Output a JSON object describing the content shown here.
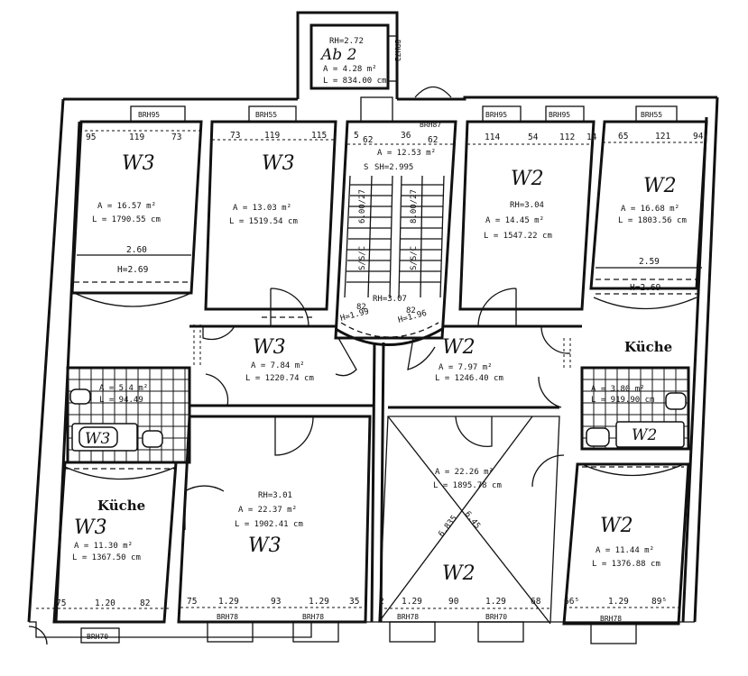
{
  "plan": {
    "title": "Floor plan – Ab 2",
    "annex": {
      "unit": "Ab 2",
      "height": "RH=2.72",
      "area": "A = 4.28 m²",
      "perimeter": "L = 834.00 cm",
      "window": "BRH72"
    },
    "stairwell": {
      "area": "A = 12.53 m²",
      "height": "SH=2.995",
      "landing_height": "RH=3.07",
      "dims": [
        "5",
        "62",
        "36",
        "62"
      ],
      "window": "BRH87",
      "stair_labels": [
        "6.00/27",
        "8.00/27",
        "S/S/C",
        "S/S/C"
      ],
      "flight_left": "82",
      "flight_left_h": "H=1.99",
      "flight_right": "82",
      "flight_right_h": "H=1.96",
      "s_mark": "S"
    },
    "rooms": [
      {
        "id": "w3-nw",
        "unit": "W3",
        "area": "A = 16.57 m²",
        "perimeter": "L = 1790.55 cm",
        "dims": [
          "95",
          "119",
          "73"
        ],
        "width": "2.60",
        "height_label": "H=2.69",
        "window": "BRH95"
      },
      {
        "id": "w3-n2",
        "unit": "W3",
        "area": "A = 13.03 m²",
        "perimeter": "L = 1519.54 cm",
        "dims": [
          "73",
          "119",
          "115"
        ],
        "window": "BRH55"
      },
      {
        "id": "w2-n1",
        "unit": "W2",
        "room_height": "RH=3.04",
        "area": "A = 14.45 m²",
        "perimeter": "L = 1547.22 cm",
        "dims": [
          "114",
          "54",
          "112",
          "14"
        ],
        "windows": [
          "BRH95",
          "BRH95"
        ]
      },
      {
        "id": "w2-ne",
        "unit": "W2",
        "area": "A = 16.68 m²",
        "perimeter": "L = 1803.56 cm",
        "dims": [
          "65",
          "121",
          "94"
        ],
        "width": "2.59",
        "height_label": "H=2.69",
        "window": "BRH55"
      },
      {
        "id": "w3-hall",
        "unit": "W3",
        "area": "A = 7.84 m²",
        "perimeter": "L = 1220.74 cm"
      },
      {
        "id": "w3-bath",
        "unit": "W3",
        "area": "A = 5.4 m²",
        "perimeter": "L = 94.49"
      },
      {
        "id": "w2-hall",
        "unit": "W2",
        "area": "A = 7.97 m²",
        "perimeter": "L = 1246.40 cm"
      },
      {
        "id": "w2-bath",
        "unit": "W2",
        "area": "A = 3.80 m²",
        "perimeter": "L = 919.90 cm"
      },
      {
        "id": "w2-kitchen-n",
        "label": "Küche"
      },
      {
        "id": "w3-kitchen",
        "label": "Küche",
        "unit": "W3",
        "area": "A = 11.30 m²",
        "perimeter": "L = 1367.50 cm",
        "dims": [
          "75",
          "1.20",
          "82"
        ],
        "window": "BRH70"
      },
      {
        "id": "w3-living",
        "unit": "W3",
        "room_height": "RH=3.01",
        "area": "A = 22.37 m²",
        "perimeter": "L = 1902.41 cm",
        "dims": [
          "75",
          "1.29",
          "93",
          "1.29",
          "35"
        ],
        "windows": [
          "BRH78",
          "BRH78"
        ]
      },
      {
        "id": "w2-living",
        "unit": "W2",
        "area": "A = 22.26 m²",
        "perimeter": "L = 1895.78 cm",
        "diagonals": [
          "6.835",
          "6.45"
        ],
        "dims": [
          "2",
          "1.29",
          "90",
          "1.29",
          "68"
        ],
        "windows": [
          "BRH78",
          "BRH70"
        ]
      },
      {
        "id": "w2-se",
        "unit": "W2",
        "area": "A = 11.44 m²",
        "perimeter": "L = 1376.88 cm",
        "dims": [
          "66⁵",
          "1.29",
          "89⁵"
        ],
        "window": "BRH78"
      }
    ]
  }
}
